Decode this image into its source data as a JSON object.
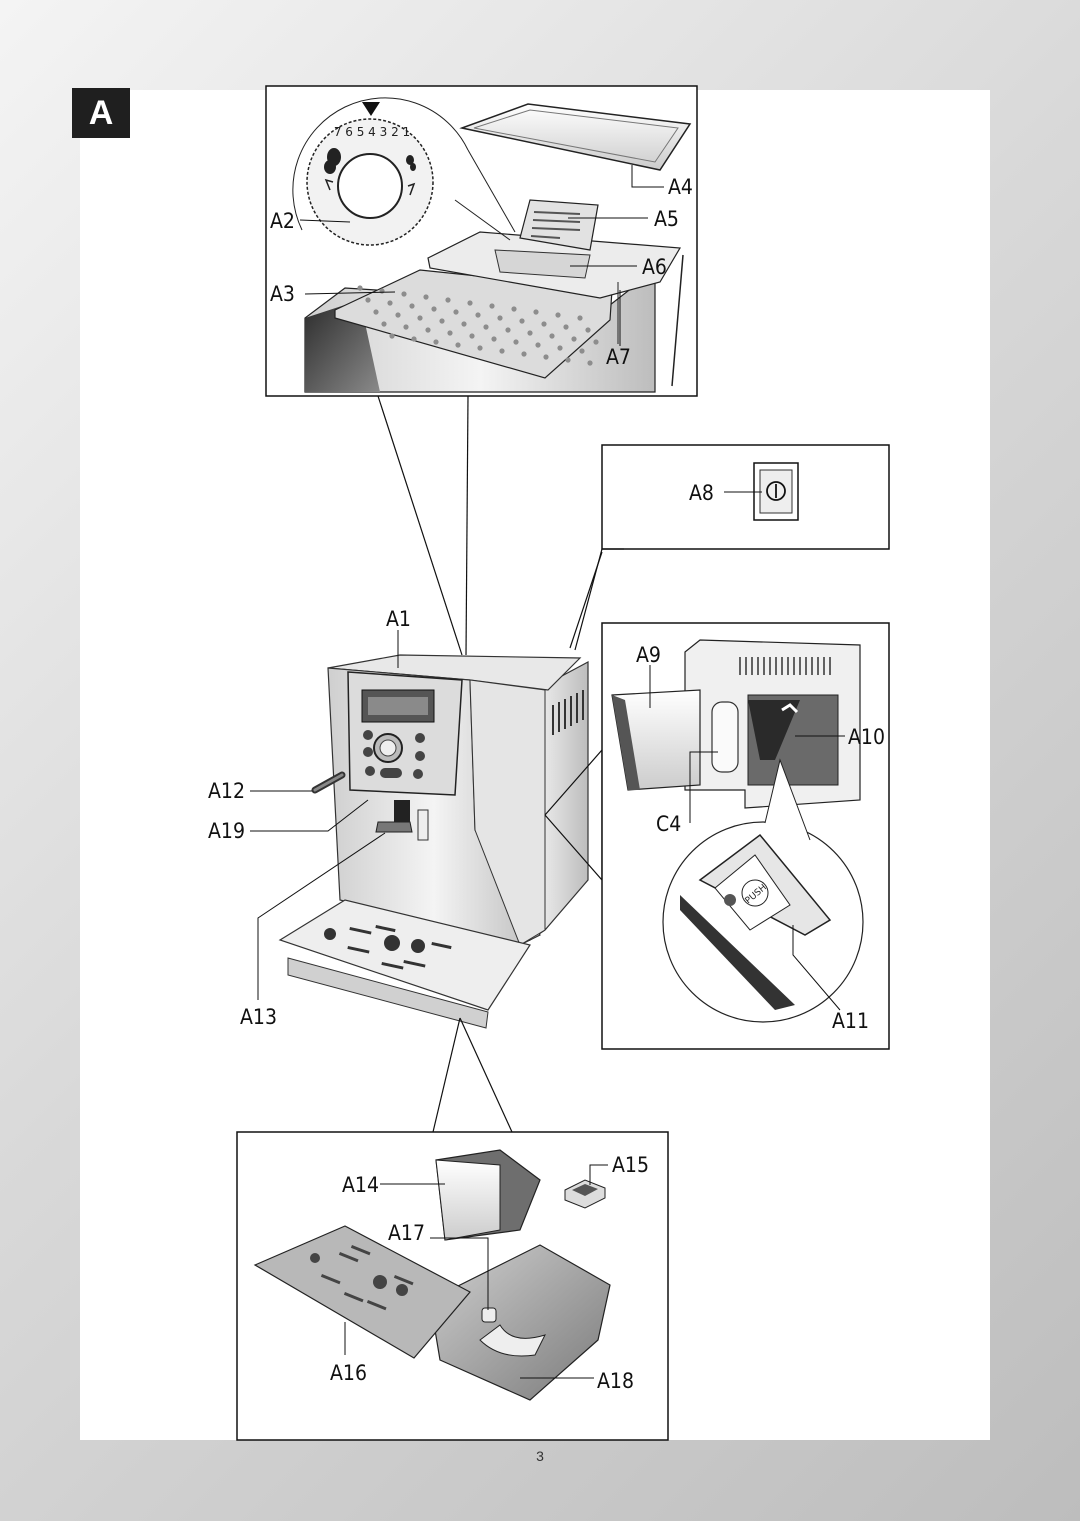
{
  "section": {
    "letter": "A"
  },
  "labels": {
    "a1": "A1",
    "a2": "A2",
    "a3": "A3",
    "a4": "A4",
    "a5": "A5",
    "a6": "A6",
    "a7": "A7",
    "a8": "A8",
    "a9": "A9",
    "a10": "A10",
    "a11": "A11",
    "a12": "A12",
    "a13": "A13",
    "a14": "A14",
    "a15": "A15",
    "a16": "A16",
    "a17": "A17",
    "a18": "A18",
    "a19": "A19",
    "c4": "C4"
  },
  "dial": {
    "scale": "7 6 5 4 3 2 1"
  },
  "filter_tab": {
    "text": "PUSH"
  },
  "footer": {
    "page_number": "3"
  }
}
